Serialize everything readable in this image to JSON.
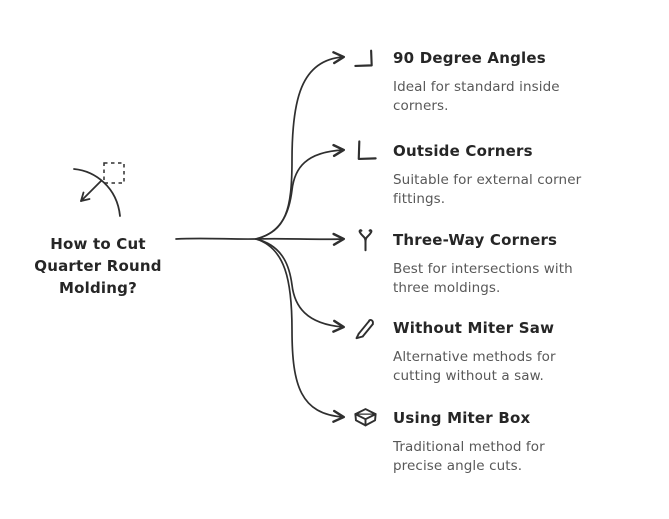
{
  "root": {
    "title": "How to Cut Quarter Round Molding?",
    "icon": "quarter-round-molding-icon"
  },
  "branches": [
    {
      "title": "90 Degree Angles",
      "description": "Ideal for standard inside corners.",
      "icon": "inside-corner-icon"
    },
    {
      "title": "Outside Corners",
      "description": "Suitable for external corner fittings.",
      "icon": "outside-corner-icon"
    },
    {
      "title": "Three-Way Corners",
      "description": "Best for intersections with three moldings.",
      "icon": "three-way-corner-icon"
    },
    {
      "title": "Without Miter Saw",
      "description": "Alternative methods for cutting without a saw.",
      "icon": "pen-icon"
    },
    {
      "title": "Using Miter Box",
      "description": "Traditional method for precise angle cuts.",
      "icon": "miter-box-icon"
    }
  ],
  "colors": {
    "line": "#2f2f2f",
    "title": "#262626",
    "description": "#585858",
    "background": "#ffffff"
  }
}
